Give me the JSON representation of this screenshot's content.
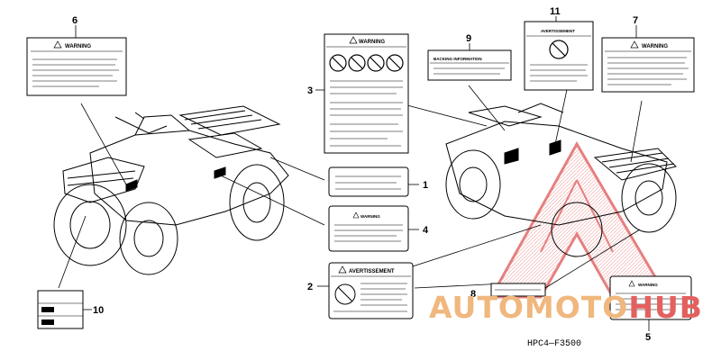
{
  "diagram": {
    "part_code": "HPC4—F3500",
    "callouts": {
      "c1": "1",
      "c2": "2",
      "c3": "3",
      "c4": "4",
      "c5": "5",
      "c6": "6",
      "c7": "7",
      "c8": "8",
      "c9": "9",
      "c10": "10",
      "c11": "11"
    },
    "labels": {
      "warning_label_6": "WARNING",
      "warning_label_3": "WARNING",
      "warning_label_4": "WARNING",
      "warning_label_5": "WARNING",
      "warning_label_7": "WARNING",
      "avertissement_label_2": "AVERTISSEMENT",
      "avertissement_label_11": "AVERTISSEMENT",
      "label_9_title": "BACKING INFORMATION"
    },
    "watermark": {
      "part1": "AUTOMOTO",
      "part2": "HUB"
    },
    "colors": {
      "line": "#000000",
      "watermark_orange": "#f0b77e",
      "watermark_red": "#e4605f"
    }
  }
}
